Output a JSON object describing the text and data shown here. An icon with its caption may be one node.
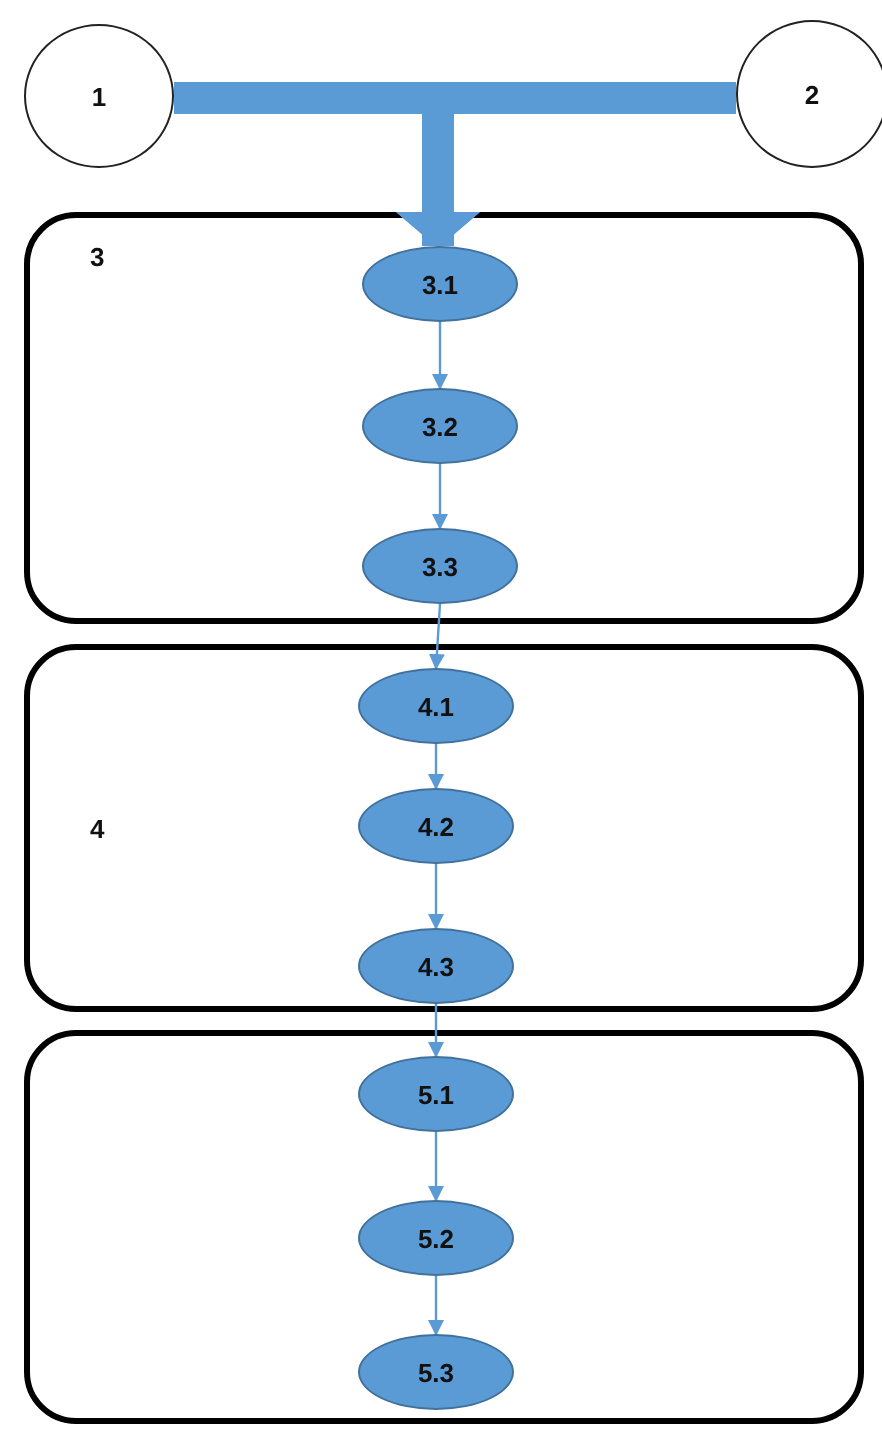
{
  "diagram": {
    "nodes": [
      {
        "text": [
          "1"
        ]
      },
      {
        "text": [
          "2"
        ]
      },
      {
        "text": [
          "3"
        ]
      },
      {
        "text": [
          "3.1"
        ],
        "in": 2
      },
      {
        "text": [
          "3.2"
        ],
        "in": 2
      },
      {
        "text": [
          "3.3"
        ],
        "in": 2
      },
      {
        "text": [
          "4"
        ]
      },
      {
        "text": [
          "4.1"
        ],
        "in": 6
      },
      {
        "text": [
          "4.2"
        ],
        "in": 6
      },
      {
        "text": [
          "4.3"
        ],
        "in": 6
      },
      {
        "text": [],
        "shape": "box"
      },
      {
        "text": [
          "5.1"
        ],
        "in": 10
      },
      {
        "text": [
          "5.2"
        ],
        "in": 10
      },
      {
        "text": [
          "5.3"
        ],
        "in": 10
      }
    ],
    "edges": [
      {
        "from": 0,
        "to": 3,
        "arrow": "to",
        "style": "thick"
      },
      {
        "from": 1,
        "to": 3,
        "arrow": "to",
        "style": "thick"
      },
      {
        "from": 3,
        "to": 4,
        "arrow": "to"
      },
      {
        "from": 4,
        "to": 5,
        "arrow": "to"
      },
      {
        "from": 5,
        "to": 7,
        "arrow": "to"
      },
      {
        "from": 7,
        "to": 8,
        "arrow": "to"
      },
      {
        "from": 8,
        "to": 9,
        "arrow": "to"
      },
      {
        "from": 9,
        "to": 11,
        "arrow": "to"
      },
      {
        "from": 11,
        "to": 12,
        "arrow": "to"
      },
      {
        "from": 12,
        "to": 13,
        "arrow": "to"
      }
    ]
  }
}
